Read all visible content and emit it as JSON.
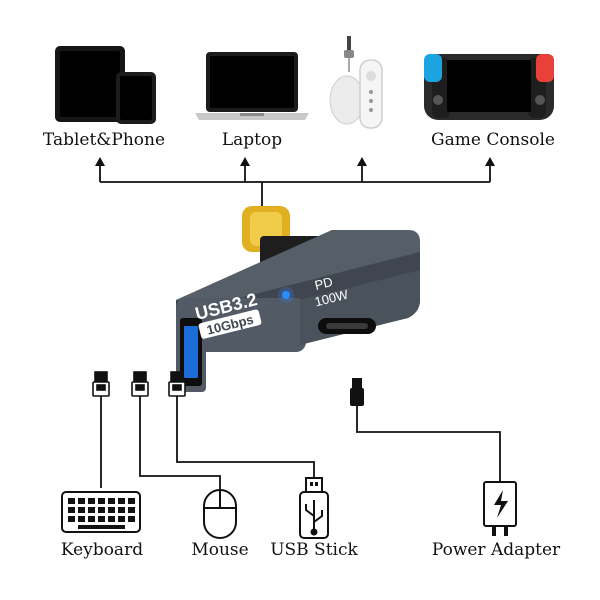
{
  "top_devices": {
    "tablet_phone": "Tablet&Phone",
    "laptop": "Laptop",
    "streaming_stick": "",
    "game_console": "Game Console"
  },
  "adapter": {
    "usb_label": "USB3.2",
    "speed_label": "10Gbps",
    "pd_label": "PD",
    "watt_label": "100W",
    "indicator_color": "#2a8cff"
  },
  "bottom_devices": {
    "keyboard": "Keyboard",
    "mouse": "Mouse",
    "usb_stick": "USB Stick",
    "power_adapter": "Power Adapter"
  },
  "colors": {
    "adapter_body": "#4d5561",
    "connector_gold": "#e0b020",
    "line": "#111111"
  }
}
